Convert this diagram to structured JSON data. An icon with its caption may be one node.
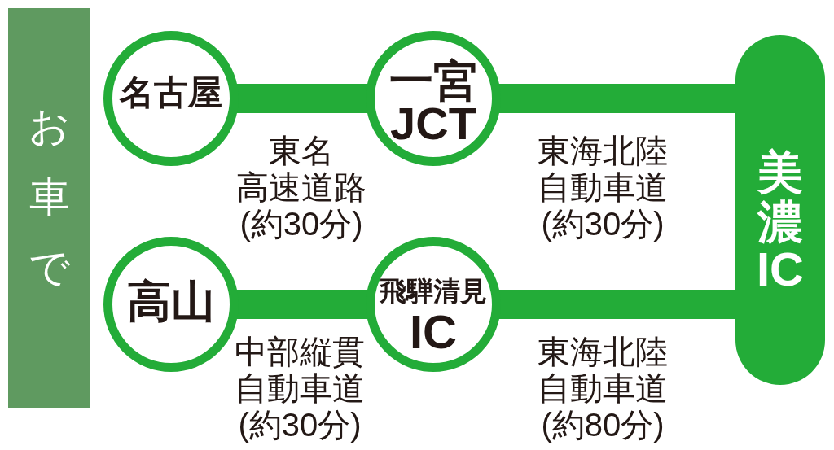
{
  "diagram": {
    "nodes": [
      {
        "text": [
          "お車で"
        ]
      },
      {
        "text": [
          "名古屋"
        ]
      },
      {
        "text": [
          "一宮JCT"
        ]
      },
      {
        "text": [
          "美濃IC"
        ]
      },
      {
        "text": [
          "高山"
        ]
      },
      {
        "text": [
          "飛騨清見IC"
        ]
      }
    ],
    "edges": [
      {
        "from": 1,
        "to": 2,
        "arrow": "none",
        "label": "東名高速道路(約30分)"
      },
      {
        "from": 2,
        "to": 3,
        "arrow": "none",
        "label": "東海北陸自動車道(約30分)"
      },
      {
        "from": 4,
        "to": 5,
        "arrow": "none",
        "label": "中部縦貫自動車道(約30分)"
      },
      {
        "from": 5,
        "to": 3,
        "arrow": "none",
        "label": "東海北陸自動車道(約80分)"
      }
    ]
  }
}
